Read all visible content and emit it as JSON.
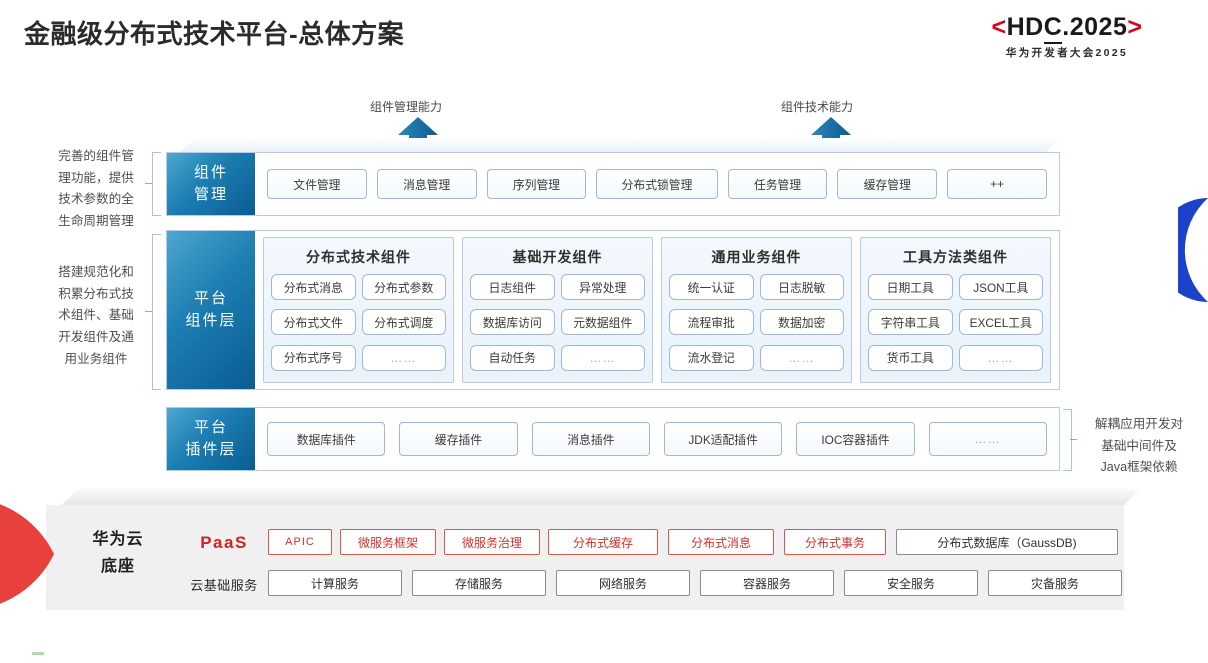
{
  "header": {
    "title": "金融级分布式技术平台-总体方案",
    "logo": {
      "bracket_left": "<",
      "bracket_right": ">",
      "main_1": "HD",
      "main_2": "C",
      "main_3": ".2025",
      "subtitle": "华为开发者大会2025",
      "bracket_color": "#d9001b"
    }
  },
  "capabilities": [
    {
      "label": "组件管理能力",
      "icon": "up-arrow-icon"
    },
    {
      "label": "组件技术能力",
      "icon": "up-arrow-icon"
    }
  ],
  "annotations": {
    "left_top": "完善的组件管\n理功能，提供\n技术参数的全\n生命周期管理",
    "left_mid": "搭建规范化和\n积累分布式技\n术组件、基础\n开发组件及通\n用业务组件",
    "right_plugin": "解耦应用开发对\n基础中间件及\nJava框架依赖"
  },
  "layers": {
    "component_mgmt": {
      "tag": "组件\n管理",
      "tag_line1": "组件",
      "tag_line2": "管理",
      "chips": [
        "文件管理",
        "消息管理",
        "序列管理",
        "分布式锁管理",
        "任务管理",
        "缓存管理",
        "++"
      ]
    },
    "platform_component": {
      "tag_line1": "平台",
      "tag_line2": "组件层",
      "groups": [
        {
          "title": "分布式技术组件",
          "items": [
            "分布式消息",
            "分布式参数",
            "分布式文件",
            "分布式调度",
            "分布式序号",
            "……"
          ]
        },
        {
          "title": "基础开发组件",
          "items": [
            "日志组件",
            "异常处理",
            "数据库访问",
            "元数据组件",
            "自动任务",
            "……"
          ]
        },
        {
          "title": "通用业务组件",
          "items": [
            "统一认证",
            "日志脱敏",
            "流程审批",
            "数据加密",
            "流水登记",
            "……"
          ]
        },
        {
          "title": "工具方法类组件",
          "items": [
            "日期工具",
            "JSON工具",
            "字符串工具",
            "EXCEL工具",
            "货币工具",
            "……"
          ]
        }
      ]
    },
    "platform_plugin": {
      "tag_line1": "平台",
      "tag_line2": "插件层",
      "chips": [
        "数据库插件",
        "缓存插件",
        "消息插件",
        "JDK适配插件",
        "IOC容器插件",
        "……"
      ]
    }
  },
  "base": {
    "label_line1": "华为云",
    "label_line2": "底座",
    "paas_label": "PaaS",
    "cloud_label": "云基础服务",
    "paas_items": [
      {
        "text": "APIC",
        "style": "red"
      },
      {
        "text": "微服务框架",
        "style": "red"
      },
      {
        "text": "微服务治理",
        "style": "red"
      },
      {
        "text": "分布式缓存",
        "style": "red"
      },
      {
        "text": "分布式消息",
        "style": "red"
      },
      {
        "text": "分布式事务",
        "style": "red"
      },
      {
        "text": "分布式数据库（GaussDB)",
        "style": "gray"
      }
    ],
    "cloud_items": [
      "计算服务",
      "存储服务",
      "网络服务",
      "容器服务",
      "安全服务",
      "灾备服务"
    ]
  },
  "colors": {
    "accent_blue": "#1d7fb3",
    "accent_red": "#d1332c",
    "arrow_blue": "#1b6ea3",
    "wedge_red": "#e8403c",
    "lens_blue": "#1b42c8"
  }
}
